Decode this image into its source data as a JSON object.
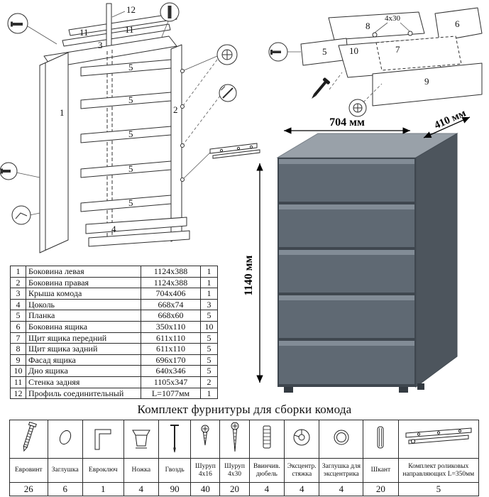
{
  "dims": {
    "width": "704 мм",
    "depth": "410 мм",
    "height": "1140 мм"
  },
  "diagram": {
    "main_labels": {
      "p12": "12",
      "p11": "11",
      "p3": "3",
      "p1": "1",
      "p2": "2",
      "p5": "5",
      "p4": "4"
    },
    "drawer_labels": {
      "p8": "8",
      "screw": "4x30",
      "p6": "6",
      "p5": "5",
      "p10": "10",
      "p7": "7",
      "p9": "9"
    }
  },
  "parts": {
    "rows": [
      {
        "n": "1",
        "name": "Боковина левая",
        "size": "1124x388",
        "qty": "1"
      },
      {
        "n": "2",
        "name": "Боковина правая",
        "size": "1124x388",
        "qty": "1"
      },
      {
        "n": "3",
        "name": "Крыша комода",
        "size": "704x406",
        "qty": "1"
      },
      {
        "n": "4",
        "name": "Цоколь",
        "size": "668x74",
        "qty": "3"
      },
      {
        "n": "5",
        "name": "Планка",
        "size": "668x60",
        "qty": "5"
      },
      {
        "n": "6",
        "name": "Боковина ящика",
        "size": "350x110",
        "qty": "10"
      },
      {
        "n": "7",
        "name": "Щит ящика передний",
        "size": "611x110",
        "qty": "5"
      },
      {
        "n": "8",
        "name": "Щит ящика задний",
        "size": "611x110",
        "qty": "5"
      },
      {
        "n": "9",
        "name": "Фасад ящика",
        "size": "696x170",
        "qty": "5"
      },
      {
        "n": "10",
        "name": "Дно ящика",
        "size": "640x346",
        "qty": "5"
      },
      {
        "n": "11",
        "name": "Стенка задняя",
        "size": "1105x347",
        "qty": "2"
      },
      {
        "n": "12",
        "name": "Профиль соединительный",
        "size": "L=1077мм",
        "qty": "1"
      }
    ]
  },
  "hardware": {
    "title": "Комплект фурнитуры для сборки комода",
    "items": [
      {
        "icon": "euro-screw",
        "name": "Евровинт",
        "qty": "26"
      },
      {
        "icon": "cap",
        "name": "Заглушка",
        "qty": "6"
      },
      {
        "icon": "hex-key",
        "name": "Евроключ",
        "qty": "1"
      },
      {
        "icon": "foot",
        "name": "Ножка",
        "qty": "4"
      },
      {
        "icon": "nail",
        "name": "Гвоздь",
        "qty": "90"
      },
      {
        "icon": "screw-4x16",
        "name": "Шуруп 4x16",
        "qty": "40"
      },
      {
        "icon": "screw-4x30",
        "name": "Шуруп 4x30",
        "qty": "20"
      },
      {
        "icon": "dowel-screw",
        "name": "Ввинчив. дюбель",
        "qty": "4"
      },
      {
        "icon": "cam-lock",
        "name": "Эксцентр. стяжка",
        "qty": "4"
      },
      {
        "icon": "cam-cap",
        "name": "Заглушка для эксцентрика",
        "qty": "4"
      },
      {
        "icon": "wood-dowel",
        "name": "Шкант",
        "qty": "20"
      },
      {
        "icon": "drawer-slide",
        "name": "Комплект роликовых направляющих L=350мм",
        "qty": "5"
      }
    ]
  }
}
